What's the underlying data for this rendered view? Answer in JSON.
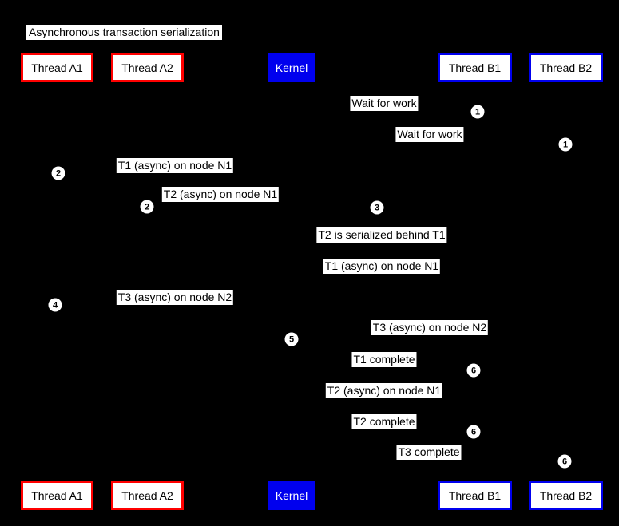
{
  "title": "Asynchronous transaction serialization",
  "colors": {
    "background": "#000000",
    "actor_red_border": "#ff0000",
    "actor_blue_border": "#0000ee",
    "kernel_fill": "#0000ee",
    "label_bg": "#ffffff",
    "label_text": "#000000"
  },
  "actors": [
    {
      "label": "Thread A1"
    },
    {
      "label": "Thread A2"
    },
    {
      "label": "Kernel"
    },
    {
      "label": "Thread B1"
    },
    {
      "label": "Thread B2"
    }
  ],
  "messages": [
    {
      "text": "Wait for work"
    },
    {
      "text": "Wait for work"
    },
    {
      "text": "T1 (async) on node N1"
    },
    {
      "text": "T2 (async) on node N1"
    },
    {
      "text": "T2 is serialized behind T1"
    },
    {
      "text": "T1 (async) on node N1"
    },
    {
      "text": "T3 (async) on node N2"
    },
    {
      "text": "T3 (async) on node N2"
    },
    {
      "text": "T1 complete"
    },
    {
      "text": "T2 (async) on node N1"
    },
    {
      "text": "T2 complete"
    },
    {
      "text": "T3 complete"
    }
  ],
  "markers": [
    {
      "label": "1"
    },
    {
      "label": "1"
    },
    {
      "label": "2"
    },
    {
      "label": "2"
    },
    {
      "label": "3"
    },
    {
      "label": "4"
    },
    {
      "label": "5"
    },
    {
      "label": "6"
    },
    {
      "label": "6"
    },
    {
      "label": "6"
    }
  ]
}
